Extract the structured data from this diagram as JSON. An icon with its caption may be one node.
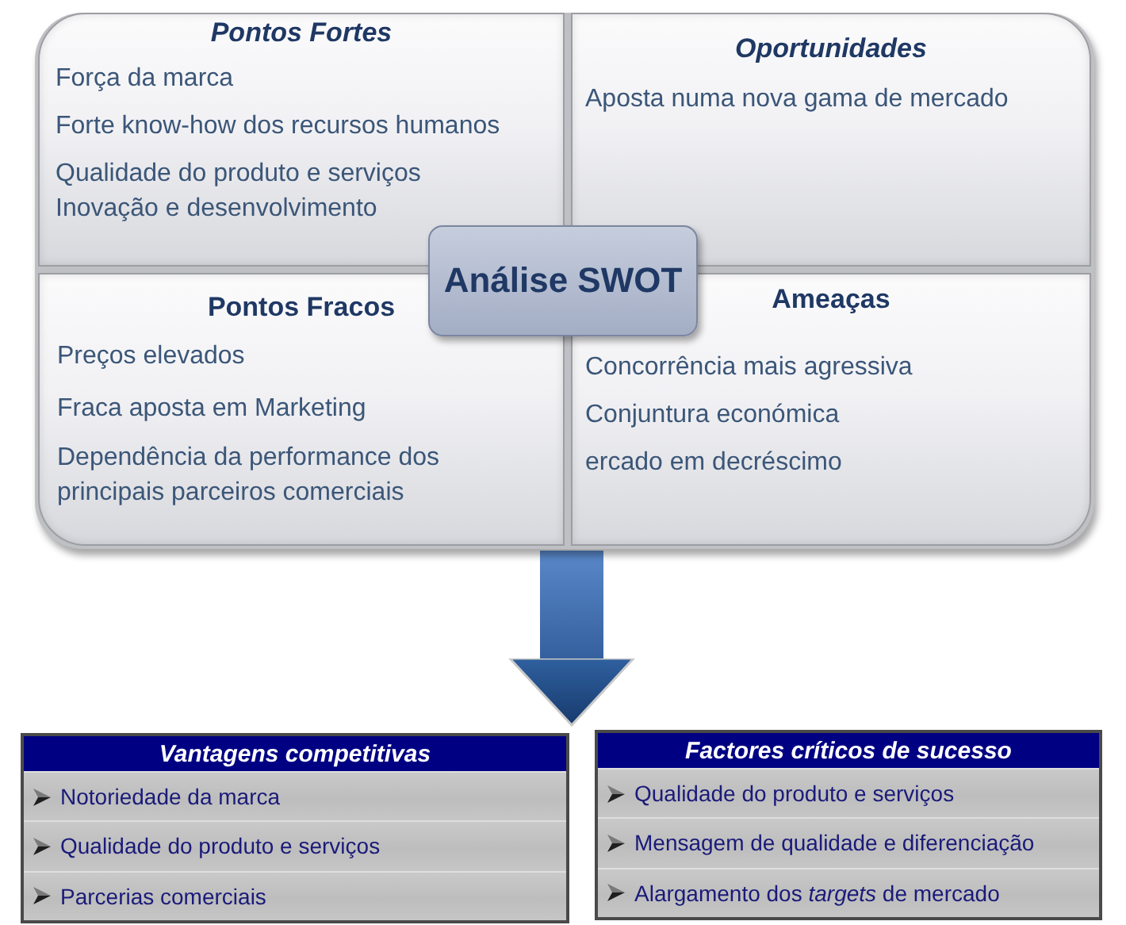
{
  "diagram": {
    "nodes": [
      {
        "text": [],
        "shape": "box"
      },
      {
        "text": [
          "Pontos Fortes",
          "Força da marca",
          "Forte know-how dos recursos humanos",
          "Qualidade do produto e serviços",
          "Inovação e desenvolvimento"
        ],
        "in": 0
      },
      {
        "text": [
          "Oportunidades",
          "Aposta numa nova gama de mercado"
        ],
        "in": 0
      },
      {
        "text": [
          "Pontos Fracos",
          "Preços elevados",
          "Fraca aposta em Marketing",
          "Dependência da performance dos principais parceiros comerciais"
        ],
        "in": 0
      },
      {
        "text": [
          "Ameaças",
          "Concorrência mais agressiva",
          "Conjuntura económica",
          "ercado em decréscimo"
        ],
        "in": 0
      },
      {
        "text": [
          "Análise SWOT"
        ],
        "in": 0
      },
      {
        "text": [
          "Vantagens competitivas",
          "Notoriedade da marca",
          "Qualidade do produto e serviços",
          "Parcerias comerciais"
        ]
      },
      {
        "text": [
          "Factores críticos de sucesso",
          "Qualidade do produto e serviços",
          "Mensagem de qualidade e diferenciação",
          "Alargamento dos *targets* de mercado"
        ]
      }
    ],
    "edges": [
      {
        "from": 0,
        "to": 6,
        "arrow": "to"
      },
      {
        "from": 0,
        "to": 7,
        "arrow": "to"
      }
    ]
  }
}
